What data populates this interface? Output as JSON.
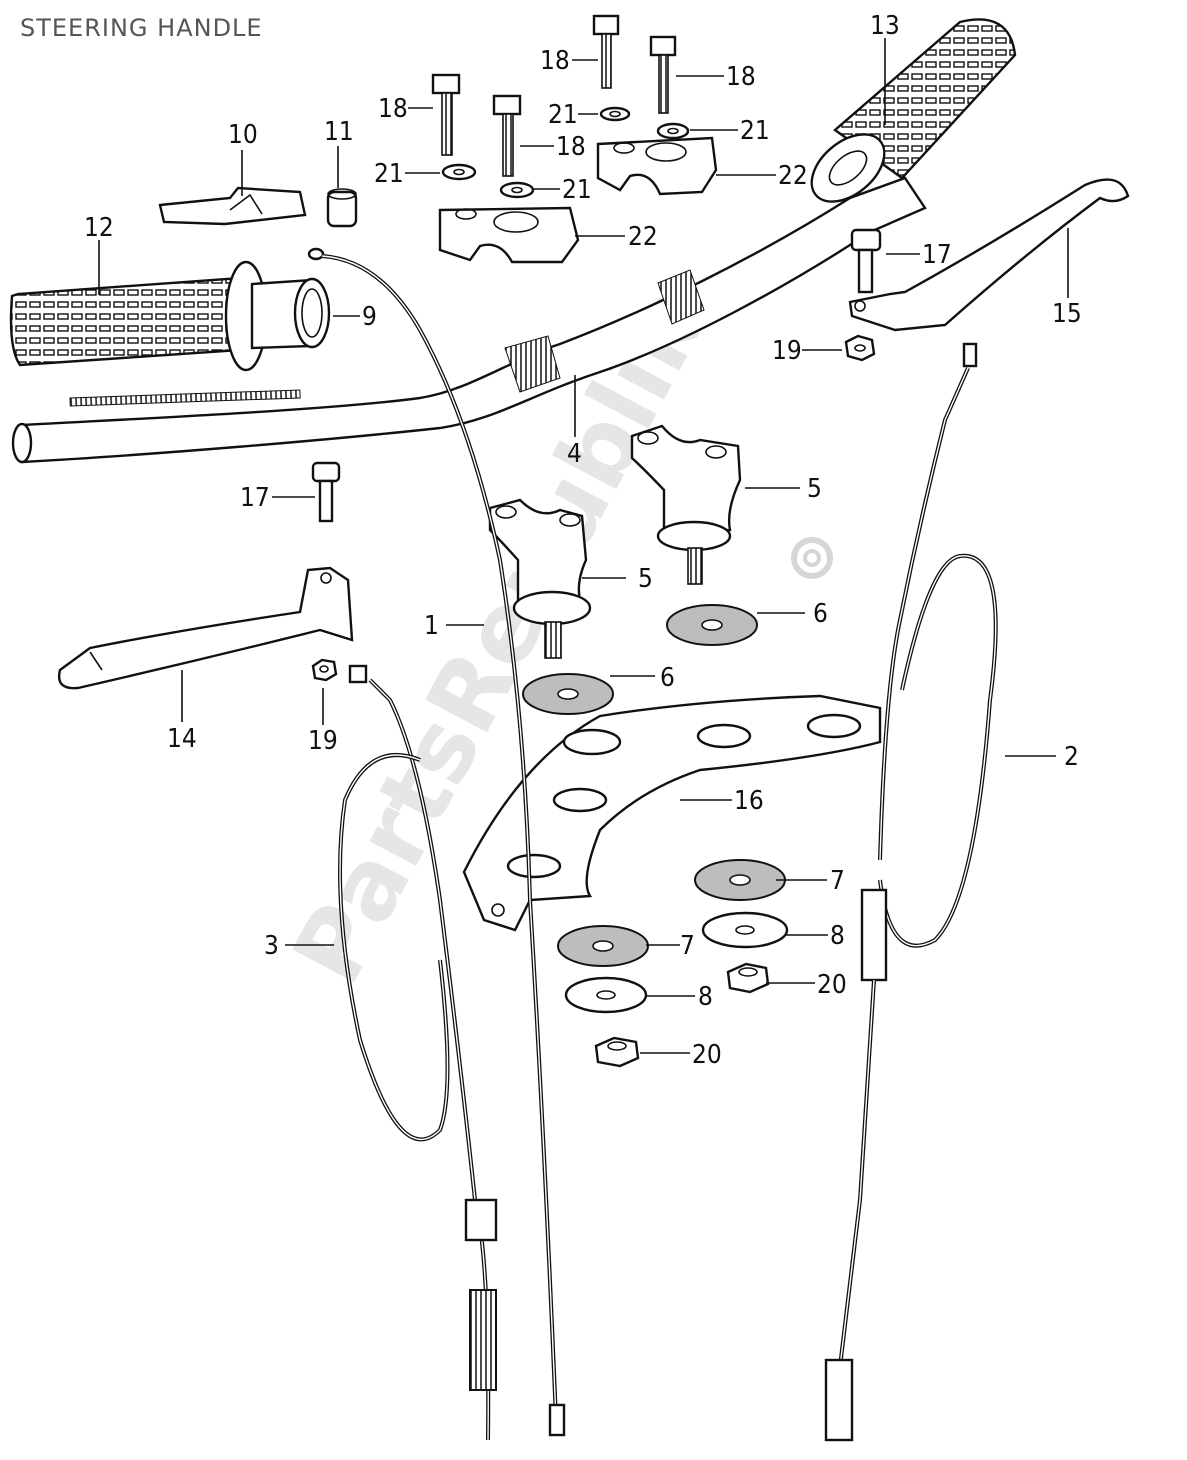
{
  "title": "STEERING HANDLE",
  "watermark": "PartsRepublik",
  "callouts": [
    {
      "id": "c1",
      "label": "1"
    },
    {
      "id": "c2",
      "label": "2"
    },
    {
      "id": "c3",
      "label": "3"
    },
    {
      "id": "c4",
      "label": "4"
    },
    {
      "id": "c5a",
      "label": "5"
    },
    {
      "id": "c5b",
      "label": "5"
    },
    {
      "id": "c6a",
      "label": "6"
    },
    {
      "id": "c6b",
      "label": "6"
    },
    {
      "id": "c7a",
      "label": "7"
    },
    {
      "id": "c7b",
      "label": "7"
    },
    {
      "id": "c8a",
      "label": "8"
    },
    {
      "id": "c8b",
      "label": "8"
    },
    {
      "id": "c9",
      "label": "9"
    },
    {
      "id": "c10",
      "label": "10"
    },
    {
      "id": "c11",
      "label": "11"
    },
    {
      "id": "c12",
      "label": "12"
    },
    {
      "id": "c13",
      "label": "13"
    },
    {
      "id": "c14",
      "label": "14"
    },
    {
      "id": "c15",
      "label": "15"
    },
    {
      "id": "c16",
      "label": "16"
    },
    {
      "id": "c17a",
      "label": "17"
    },
    {
      "id": "c17b",
      "label": "17"
    },
    {
      "id": "c18a",
      "label": "18"
    },
    {
      "id": "c18b",
      "label": "18"
    },
    {
      "id": "c18c",
      "label": "18"
    },
    {
      "id": "c18d",
      "label": "18"
    },
    {
      "id": "c19a",
      "label": "19"
    },
    {
      "id": "c19b",
      "label": "19"
    },
    {
      "id": "c20a",
      "label": "20"
    },
    {
      "id": "c20b",
      "label": "20"
    },
    {
      "id": "c21a",
      "label": "21"
    },
    {
      "id": "c21b",
      "label": "21"
    },
    {
      "id": "c21c",
      "label": "21"
    },
    {
      "id": "c21d",
      "label": "21"
    },
    {
      "id": "c22a",
      "label": "22"
    },
    {
      "id": "c22b",
      "label": "22"
    }
  ]
}
